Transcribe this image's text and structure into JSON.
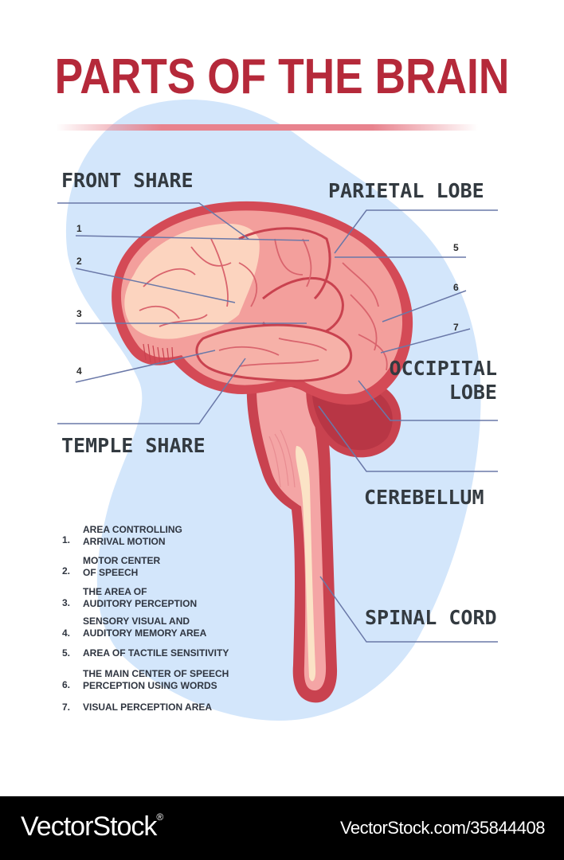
{
  "title": "PARTS OF THE BRAIN",
  "colors": {
    "title": "#b5293a",
    "background_blob": "#d3e6fb",
    "brain_outline": "#c9424f",
    "brain_fill": "#f2a6a3",
    "frontal_fill": "#fbd2bd",
    "spinal_cord_core": "#fbe3c6",
    "leader_line": "#6a78a8",
    "label_text": "#333a40",
    "footer_bg": "#000000"
  },
  "labels": {
    "front_share": "FRONT SHARE",
    "parietal_lobe": "PARIETAL LOBE",
    "occipital_lobe_1": "OCCIPITAL",
    "occipital_lobe_2": "LOBE",
    "temple_share": "TEMPLE SHARE",
    "cerebellum": "CEREBELLUM",
    "spinal_cord": "SPINAL CORD"
  },
  "markers": [
    "1",
    "2",
    "3",
    "4",
    "5",
    "6",
    "7"
  ],
  "legend": [
    {
      "num": "1.",
      "text_1": "AREA CONTROLLING",
      "text_2": "ARRIVAL MOTION"
    },
    {
      "num": "2.",
      "text_1": "MOTOR CENTER",
      "text_2": "OF SPEECH"
    },
    {
      "num": "3.",
      "text_1": "THE AREA OF",
      "text_2": "AUDITORY PERCEPTION"
    },
    {
      "num": "4.",
      "text_1": "SENSORY VISUAL AND",
      "text_2": "AUDITORY MEMORY AREA"
    },
    {
      "num": "5.",
      "text_1": "AREA OF TACTILE SENSITIVITY",
      "text_2": ""
    },
    {
      "num": "6.",
      "text_1": "THE MAIN CENTER OF SPEECH",
      "text_2": "PERCEPTION USING WORDS"
    },
    {
      "num": "7.",
      "text_1": "VISUAL PERCEPTION AREA",
      "text_2": ""
    }
  ],
  "footer": {
    "brand": "VectorStock",
    "registered": "®",
    "stock_id": "VectorStock.com/35844408"
  }
}
